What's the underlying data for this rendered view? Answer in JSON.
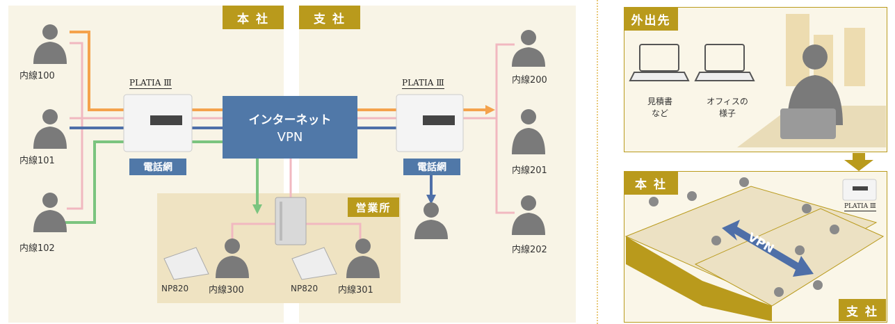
{
  "main_office": {
    "tag": "本 社"
  },
  "branch_office": {
    "tag": "支 社"
  },
  "internet": {
    "line1": "インターネット",
    "line2": "VPN"
  },
  "phone_net_left": "電話網",
  "phone_net_right": "電話網",
  "platia_left": "PLATIA Ⅲ",
  "platia_right": "PLATIA Ⅲ",
  "sales": {
    "tag": "営業所"
  },
  "ext": {
    "e100": "内線100",
    "e101": "内線101",
    "e102": "内線102",
    "e200": "内線200",
    "e201": "内線201",
    "e202": "内線202",
    "e300": "内線300",
    "e301": "内線301"
  },
  "np_left": "NP820",
  "np_right": "NP820",
  "remote": {
    "tag": "外出先",
    "laptop1_line1": "見積書",
    "laptop1_line2": "など",
    "laptop2_line1": "オフィスの",
    "laptop2_line2": "様子"
  },
  "office_scene": {
    "top_tag": "本 社",
    "bottom_tag": "支 社",
    "vpn_label": "VPN",
    "platia": "PLATIA Ⅲ"
  },
  "colors": {
    "line_orange": "#f4a24c",
    "line_pink": "#f1b8c0",
    "line_blue": "#4e6fa8",
    "line_green": "#7bc47f",
    "accent_gold": "#b99a1c"
  }
}
